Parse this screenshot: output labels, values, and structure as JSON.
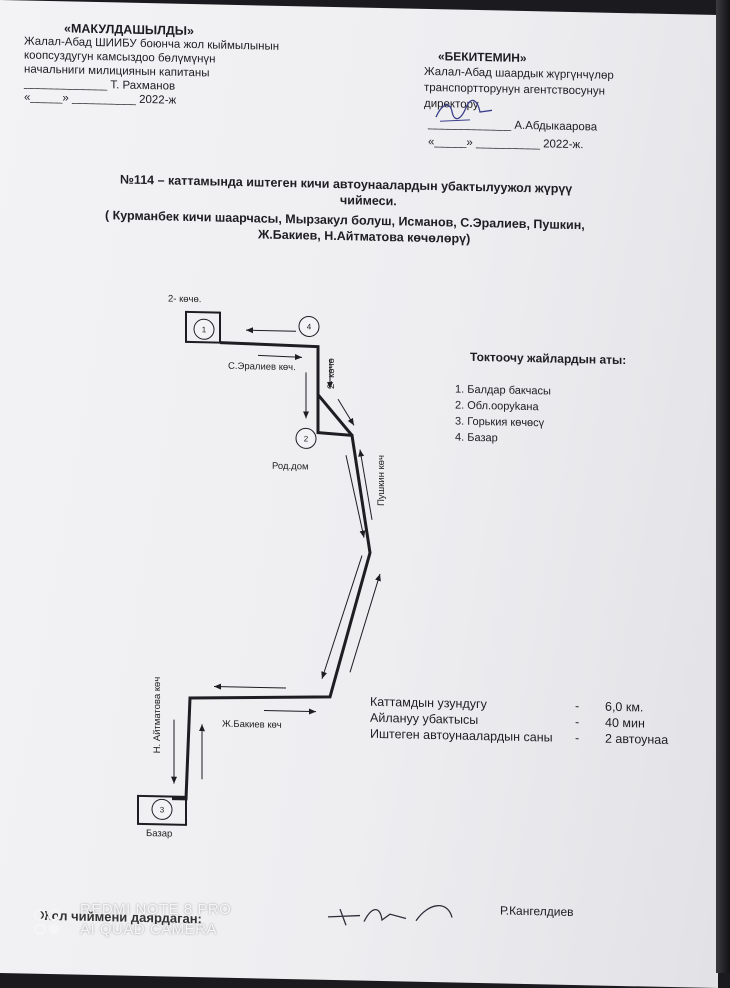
{
  "left_approval": {
    "heading": "«МАКУЛДАШЫЛДЫ»",
    "line1": "Жалал-Абад ШИИБУ боюнча жол кыймылынын",
    "line2": "коопсуздугун камсыздоо бөлүмүнүн",
    "line3": "начальниги милициянын капитаны",
    "signature_line": "_____________ Т. Рахманов",
    "date_line": "«_____» __________ 2022-ж"
  },
  "right_approval": {
    "heading": "«БЕКИТЕМИН»",
    "line1": "Жалал-Абад шаардык жүргүнчүлөр",
    "line2": "транспорттору­нун агентствосунун",
    "line3": "директору",
    "signature_line": "_____________ А.Абдыкаарова",
    "date_line": "«_____» __________ 2022-ж."
  },
  "title": {
    "line1": "№114 – каттамында  иштеген кичи автоунаалардын убактылуужол жүрүү",
    "line2": "чиймеси.",
    "subtitle1": "( Курманбек кичи шаарчасы, Мырзакул болуш, Исманов, С.Эралиев, Пушкин,",
    "subtitle2": "Ж.Бакиев, Н.Айтматова көчөлөрү)"
  },
  "diagram": {
    "labels": {
      "street_2_top": "2- көчө.",
      "eraliev": "С.Эралиев көч.",
      "street_2_vertical": "2- көчө",
      "rod_dom": "Род.дом",
      "pushkin": "Пушкин  көч",
      "aitmatov": "Н. Айтматова көч",
      "bakiev": "Ж.Бакиев көч",
      "bazar": "Базар"
    }
  },
  "stops": {
    "heading": "Токтоочу жайлардын аты:",
    "items": [
      "1.   Балдар бакчасы",
      "2.   Обл.ооруkана",
      "3.   Горькия көчөсү",
      "4.   Базар"
    ]
  },
  "stats": [
    {
      "label": "Каттамдын узундугу",
      "dash": "-",
      "value": "6,0 км."
    },
    {
      "label": "Айлануу убактысы",
      "dash": "-",
      "value": "40 мин"
    },
    {
      "label": "Иштеген автоунаалардын саны",
      "dash": "-",
      "value": "2 автоунаа"
    }
  ],
  "footer": {
    "prepared_by": "Жол чиймени даярдаган:",
    "author": "Р.Кангелдиев"
  },
  "watermark": {
    "line1": "REDMI NOTE 8 PRO",
    "line2": "AI QUAD CAMERA"
  }
}
